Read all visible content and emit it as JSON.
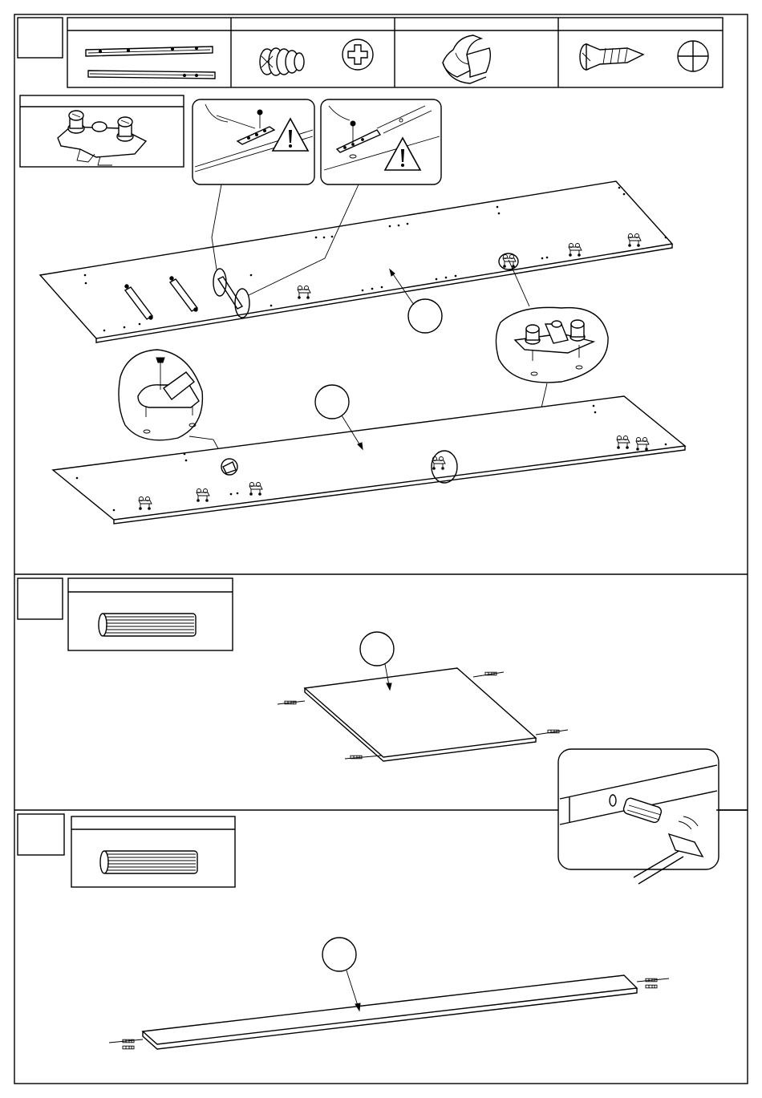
{
  "document": {
    "type": "furniture-assembly-instruction-sheet",
    "warning_symbol_text": "!"
  },
  "steps": [
    {
      "number": "",
      "hardware": [
        "drawer-slide-rails",
        "euro-screw",
        "plastic-clip",
        "countersunk-screw",
        "shelf-hinge-bracket"
      ],
      "panel_callouts": [
        "",
        ""
      ]
    },
    {
      "number": "",
      "hardware": [
        "wooden-dowel"
      ],
      "panel_callouts": [
        ""
      ]
    },
    {
      "number": "",
      "hardware": [
        "wooden-dowel"
      ],
      "panel_callouts": [
        ""
      ]
    }
  ]
}
